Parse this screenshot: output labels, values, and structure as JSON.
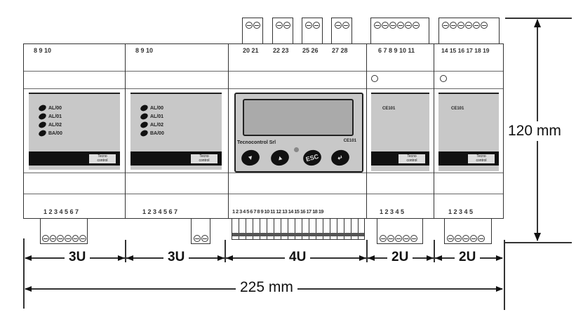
{
  "modules": [
    {
      "top_numbers": "8  9  10",
      "bottom_numbers": "1  2  3  4  5  6  7",
      "leds": [
        "AL/00",
        "AL/01",
        "AL/02",
        "BA/00"
      ],
      "width_label": "3U"
    },
    {
      "top_numbers": "8  9  10",
      "bottom_numbers": "1  2  3  4  5  6  7",
      "leds": [
        "AL/00",
        "AL/01",
        "AL/02",
        "BA/00"
      ],
      "width_label": "3U"
    },
    {
      "top_numbers": [
        "20 21",
        "22 23",
        "25 26",
        "27 28"
      ],
      "bottom_numbers": "1 2 3 4 5 6 7 8 9 10 11 12 13 14 15 16 17 18 19",
      "brand": "Tecnocontrol Srl",
      "model": "CE101",
      "buttons": [
        "▼",
        "▲",
        "ESC",
        "↵"
      ],
      "width_label": "4U"
    },
    {
      "top_numbers": "6  7  8  9  10  11",
      "bottom_numbers": "1  2  3  4  5",
      "model": "CE101",
      "width_label": "2U"
    },
    {
      "top_numbers": "14 15 16 17 18 19",
      "bottom_numbers": "1  2  3  4  5",
      "model": "CE101",
      "width_label": "2U"
    }
  ],
  "logo_text": "Tecnocontrol",
  "dimensions": {
    "total_width": "225 mm",
    "height": "120 mm"
  }
}
